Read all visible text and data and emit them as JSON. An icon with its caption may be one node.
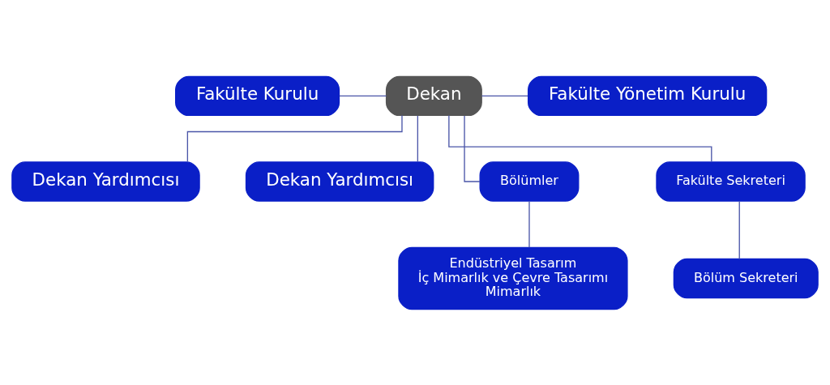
{
  "diagram": {
    "nodes": [
      {
        "text": [
          "Dekan"
        ]
      },
      {
        "text": [
          "Fakülte Kurulu"
        ]
      },
      {
        "text": [
          "Fakülte Yönetim Kurulu"
        ]
      },
      {
        "text": [
          "Dekan Yardımcısı"
        ]
      },
      {
        "text": [
          "Dekan Yardımcısı"
        ]
      },
      {
        "text": [
          "Bölümler"
        ]
      },
      {
        "text": [
          "Endüstriyel Tasarım",
          "İç Mimarlık ve Çevre Tasarımı",
          "Mimarlık"
        ]
      },
      {
        "text": [
          "Fakülte Sekreteri"
        ]
      },
      {
        "text": [
          "Bölüm Sekreteri"
        ]
      }
    ],
    "edges": [
      {
        "from": 1,
        "to": 0,
        "arrow": "none"
      },
      {
        "from": 0,
        "to": 2,
        "arrow": "none"
      },
      {
        "from": 0,
        "to": 3,
        "arrow": "none"
      },
      {
        "from": 0,
        "to": 4,
        "arrow": "none"
      },
      {
        "from": 0,
        "to": 5,
        "arrow": "none"
      },
      {
        "from": 0,
        "to": 7,
        "arrow": "none"
      },
      {
        "from": 5,
        "to": 6,
        "arrow": "none"
      },
      {
        "from": 7,
        "to": 8,
        "arrow": "none"
      }
    ]
  }
}
